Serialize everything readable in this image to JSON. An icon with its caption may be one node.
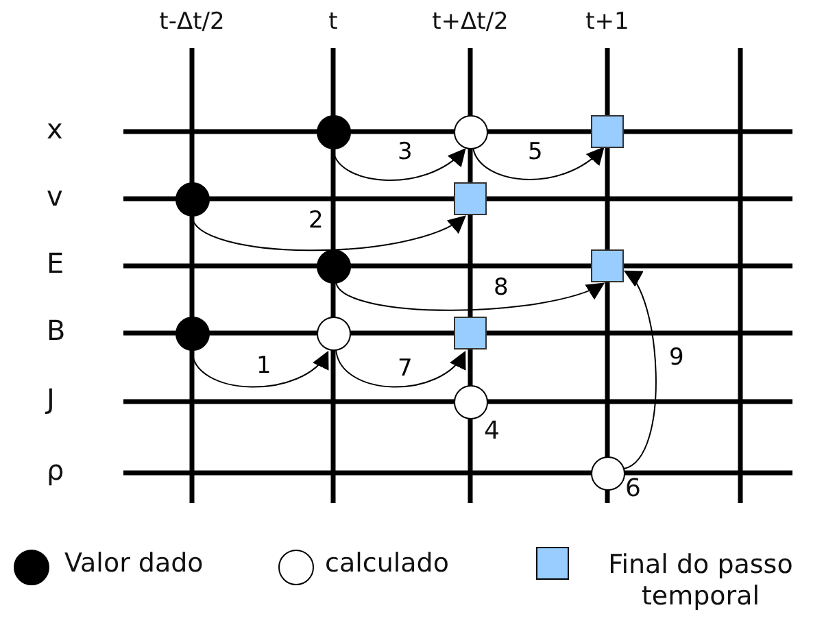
{
  "diagram": {
    "nodes": [
      {
        "text": [],
        "shape": "circle"
      },
      {
        "text": [],
        "shape": "circle"
      },
      {
        "text": [],
        "shape": "circle"
      },
      {
        "text": [],
        "shape": "circle"
      },
      {
        "text": [],
        "shape": "circle"
      },
      {
        "text": [],
        "shape": "circle"
      },
      {
        "text": [],
        "shape": "box"
      },
      {
        "text": [],
        "shape": "box"
      },
      {
        "text": [],
        "shape": "circle",
        "beside": [
          "4"
        ]
      },
      {
        "text": [],
        "shape": "box"
      },
      {
        "text": [],
        "shape": "box"
      },
      {
        "text": [],
        "shape": "circle",
        "beside": [
          "6"
        ]
      }
    ],
    "edges": [
      {
        "from": 1,
        "to": 4,
        "arrow": "to",
        "label": "1"
      },
      {
        "from": 0,
        "to": 6,
        "arrow": "to",
        "label": "2"
      },
      {
        "from": 2,
        "to": 5,
        "arrow": "to",
        "label": "3"
      },
      {
        "from": 5,
        "to": 9,
        "arrow": "to",
        "label": "5"
      },
      {
        "from": 4,
        "to": 7,
        "arrow": "to",
        "label": "7"
      },
      {
        "from": 3,
        "to": 10,
        "arrow": "to",
        "label": "8"
      },
      {
        "from": 11,
        "to": 10,
        "arrow": "to",
        "label": "9"
      }
    ],
    "labels": [
      "t-Δt/2",
      "t",
      "t+Δt/2",
      "t+1",
      "x",
      "v",
      "E",
      "B",
      "J",
      "ρ"
    ],
    "legend": [
      {
        "text": "Valor dado",
        "color": "#000000"
      },
      {
        "text": "calculado",
        "color": "#ffffff"
      },
      {
        "text": "Final do passo temporal",
        "color": "#99ccff"
      }
    ]
  }
}
